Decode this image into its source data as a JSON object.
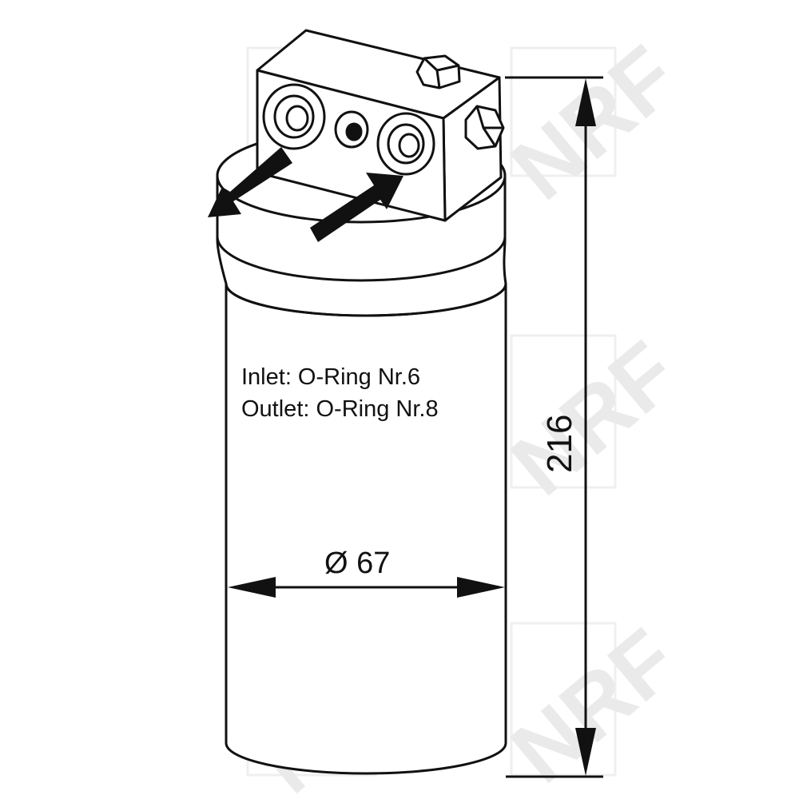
{
  "diagram": {
    "labels": {
      "inlet": "Inlet: O-Ring Nr.6",
      "outlet": "Outlet: O-Ring Nr.8"
    },
    "dimensions": {
      "diameter_label": "Ø 67",
      "height_label": "216"
    },
    "watermark": "NRF",
    "colors": {
      "line": "#111111",
      "watermark": "#d9d9d9",
      "background": "#ffffff"
    }
  }
}
